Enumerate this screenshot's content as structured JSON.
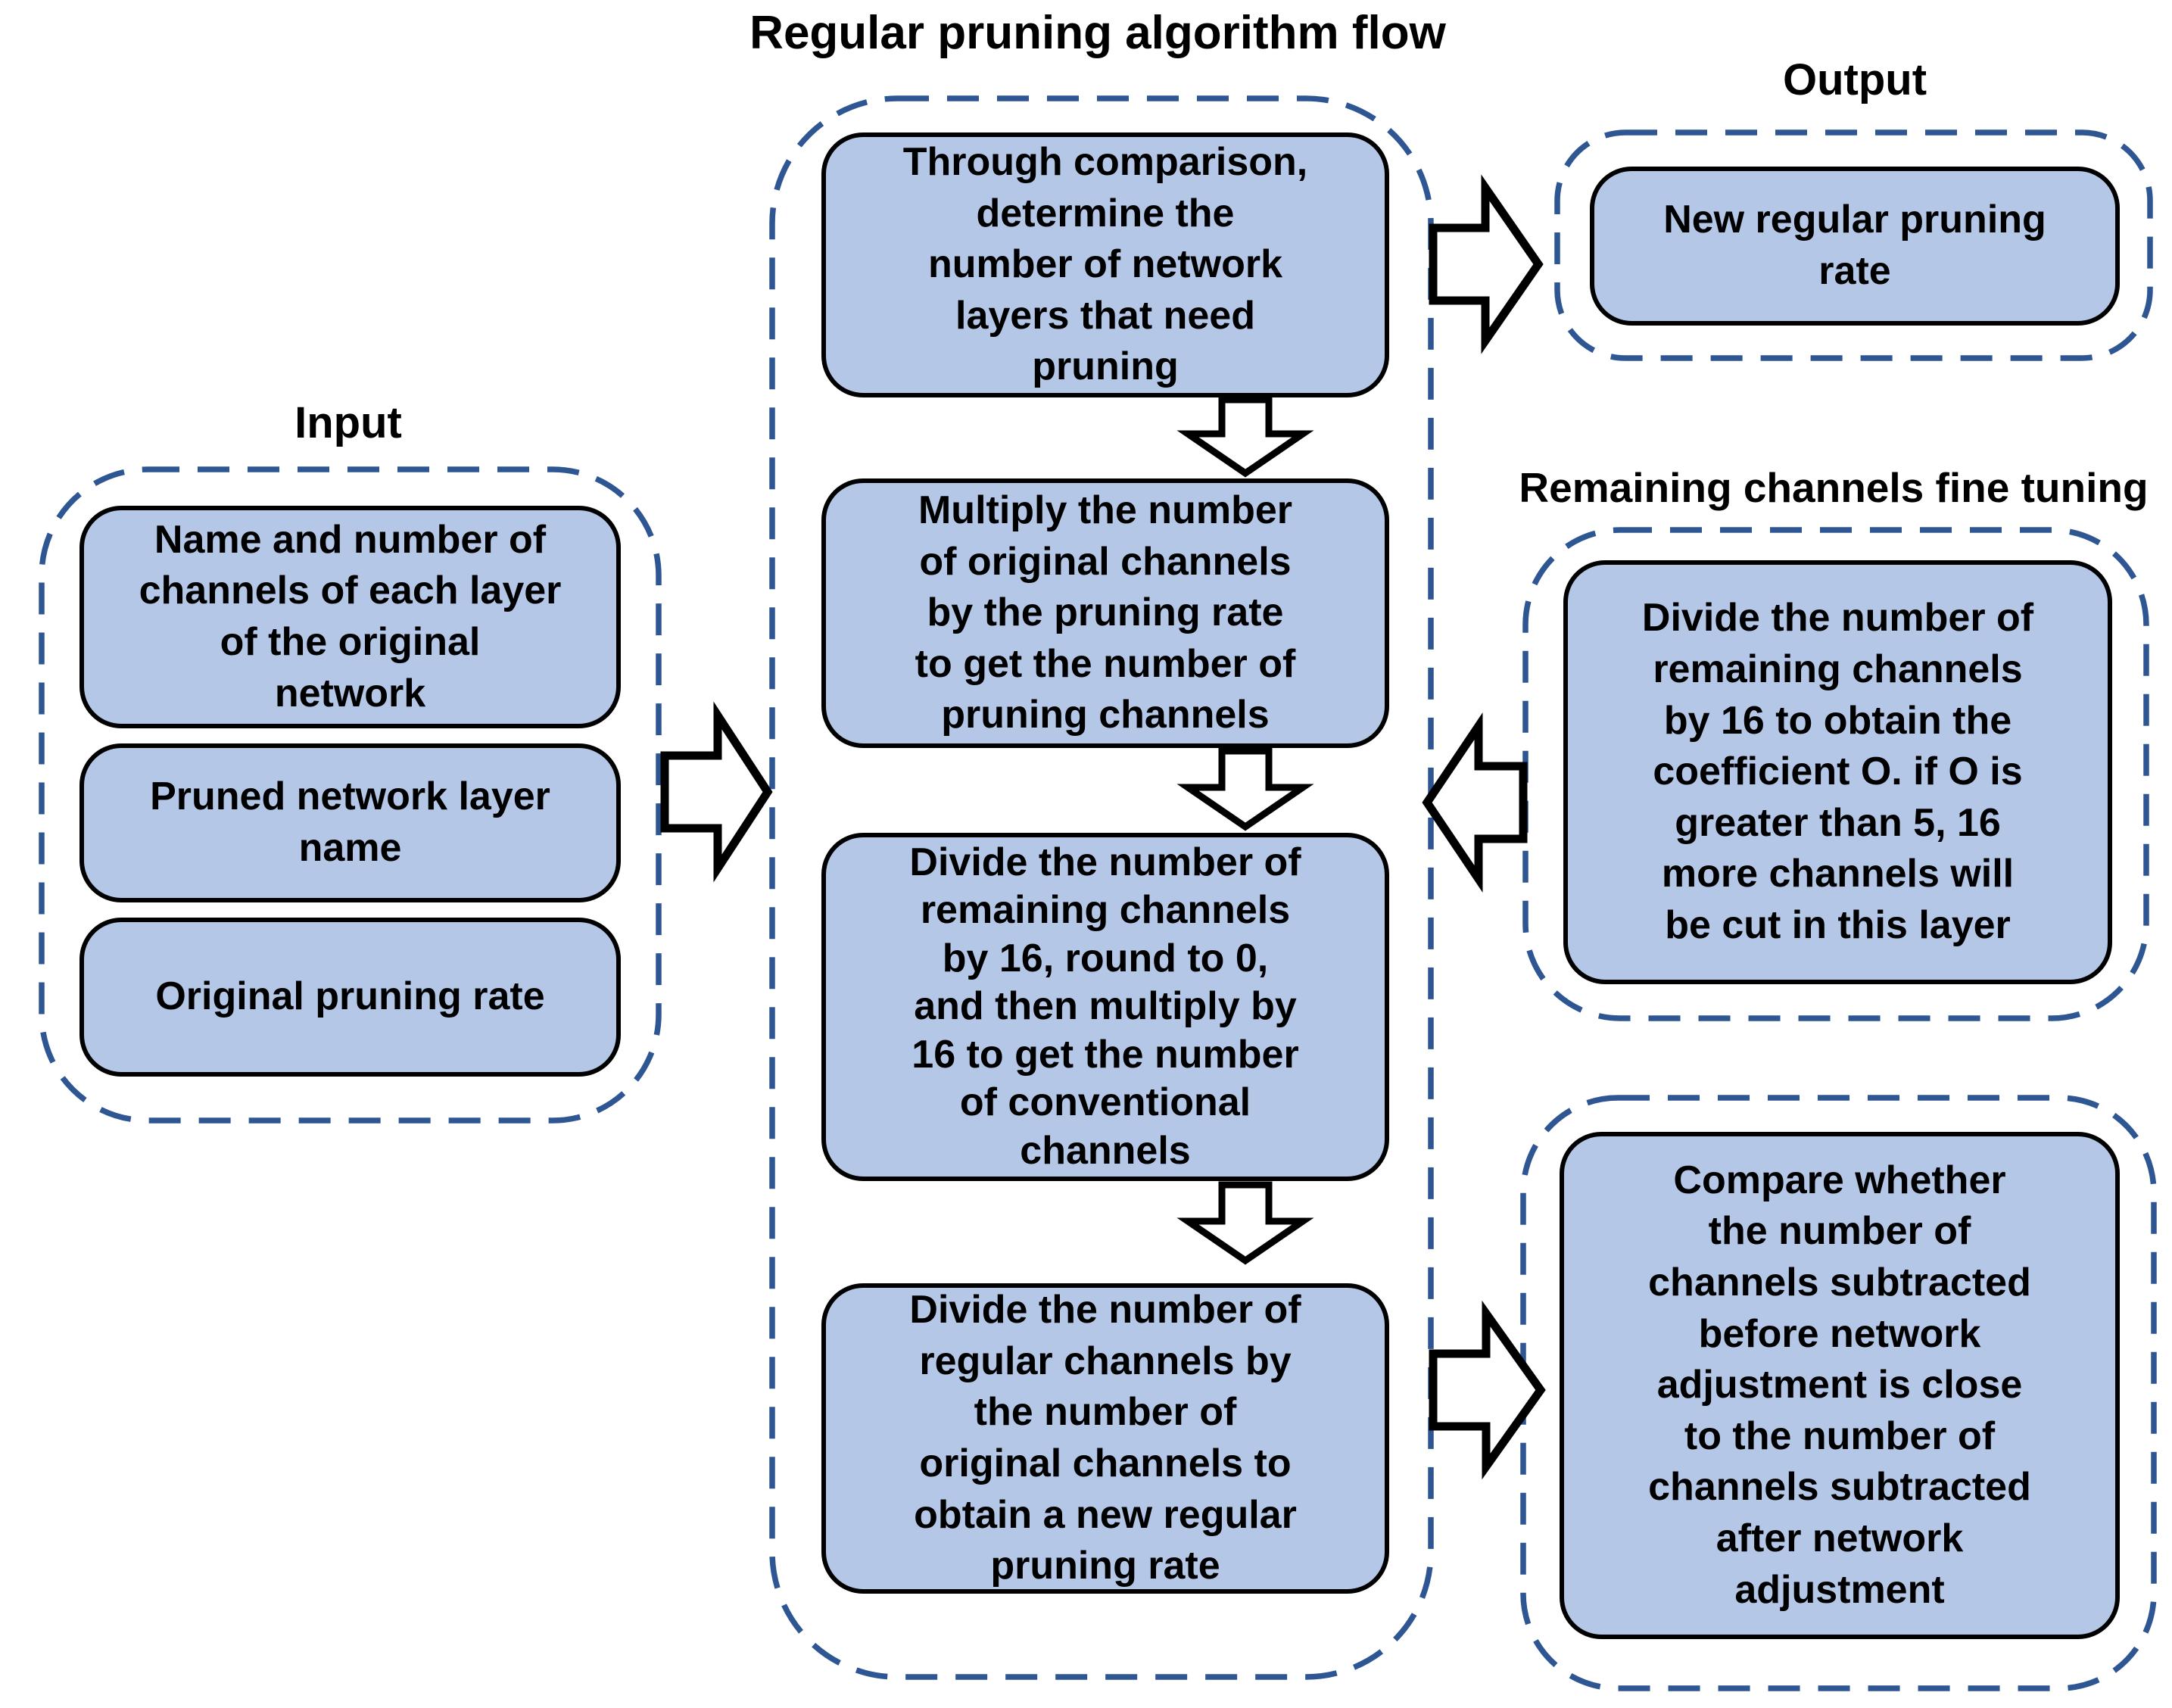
{
  "colors": {
    "box_fill": "#b4c7e7",
    "box_border": "#000000",
    "dashed_border": "#2e5693",
    "text": "#000000"
  },
  "flow": {
    "title": "Regular pruning algorithm flow",
    "steps": [
      "Through comparison,\ndetermine the\nnumber of network\nlayers that need\npruning",
      "Multiply the number\nof original channels\nby the pruning rate\nto get the number of\npruning channels",
      "Divide the number of\nremaining channels\nby 16, round to 0,\nand then multiply by\n16 to get the number\nof conventional\nchannels",
      "Divide the number of\nregular channels by\nthe number of\noriginal channels to\nobtain a new regular\npruning rate"
    ]
  },
  "input": {
    "title": "Input",
    "boxes": [
      "Name and number of\nchannels of each layer\nof the original\nnetwork",
      "Pruned network layer\nname",
      "Original pruning rate"
    ]
  },
  "output": {
    "title": "Output",
    "box": "New regular pruning\nrate"
  },
  "fine_tuning": {
    "title": "Remaining channels fine tuning",
    "box": "Divide the number of\nremaining channels\nby 16 to obtain the\ncoefficient O. if O is\ngreater than 5, 16\nmore channels will\nbe cut in this layer"
  },
  "compare": {
    "box": "Compare whether\nthe number of\nchannels subtracted\nbefore network\nadjustment is close\nto the number of\nchannels subtracted\nafter network\nadjustment"
  }
}
